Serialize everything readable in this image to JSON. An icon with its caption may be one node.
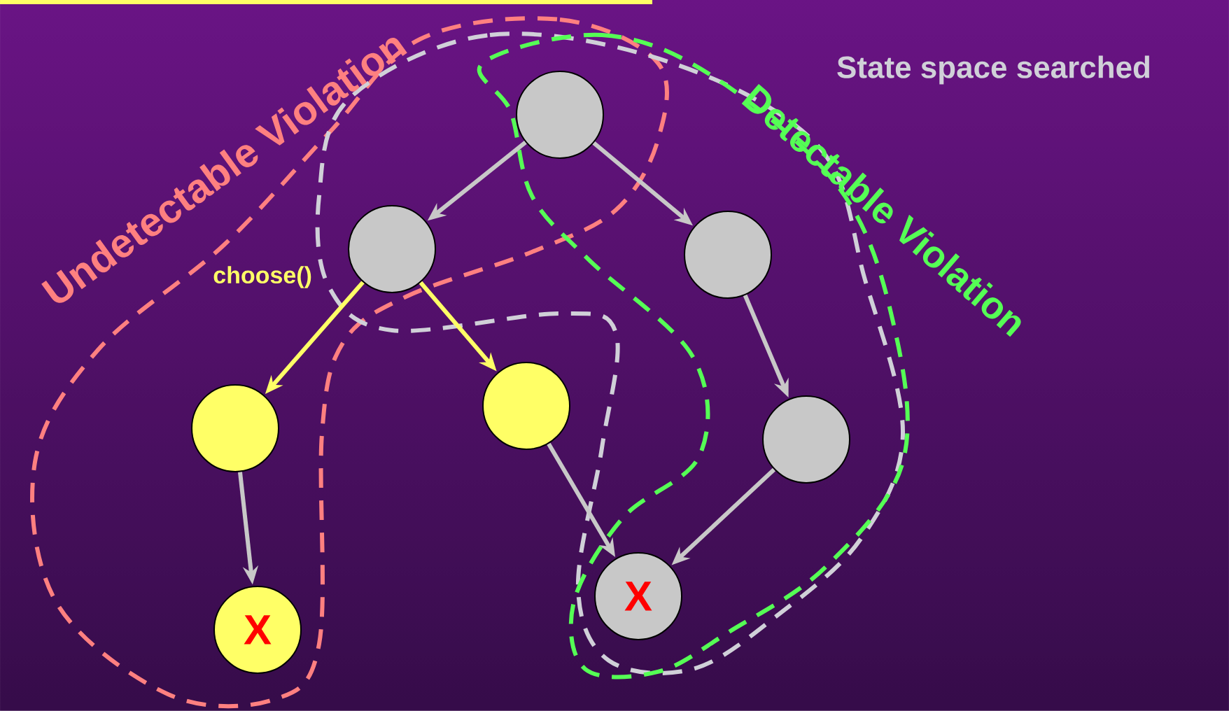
{
  "diagram": {
    "nodes": [
      {
        "text": [],
        "shape": "circle"
      },
      {
        "text": [],
        "shape": "circle",
        "beside": [
          "choose()"
        ]
      },
      {
        "text": [],
        "shape": "circle"
      },
      {
        "text": [],
        "shape": "circle"
      },
      {
        "text": [],
        "shape": "circle"
      },
      {
        "text": [],
        "shape": "circle"
      },
      {
        "text": [
          "X"
        ]
      },
      {
        "text": [
          "X"
        ]
      }
    ],
    "edges": [
      {
        "from": 0,
        "to": 1,
        "arrow": "to"
      },
      {
        "from": 0,
        "to": 2,
        "arrow": "to"
      },
      {
        "from": 1,
        "to": 3,
        "arrow": "to",
        "color": "#ffff66"
      },
      {
        "from": 1,
        "to": 4,
        "arrow": "to",
        "color": "#ffff66"
      },
      {
        "from": 2,
        "to": 5,
        "arrow": "to"
      },
      {
        "from": 3,
        "to": 6,
        "arrow": "to"
      },
      {
        "from": 4,
        "to": 7,
        "arrow": "to"
      },
      {
        "from": 5,
        "to": 7,
        "arrow": "to"
      }
    ],
    "labels": [
      "Undetectable Violation",
      "State space searched",
      "Detectable Violation"
    ]
  }
}
